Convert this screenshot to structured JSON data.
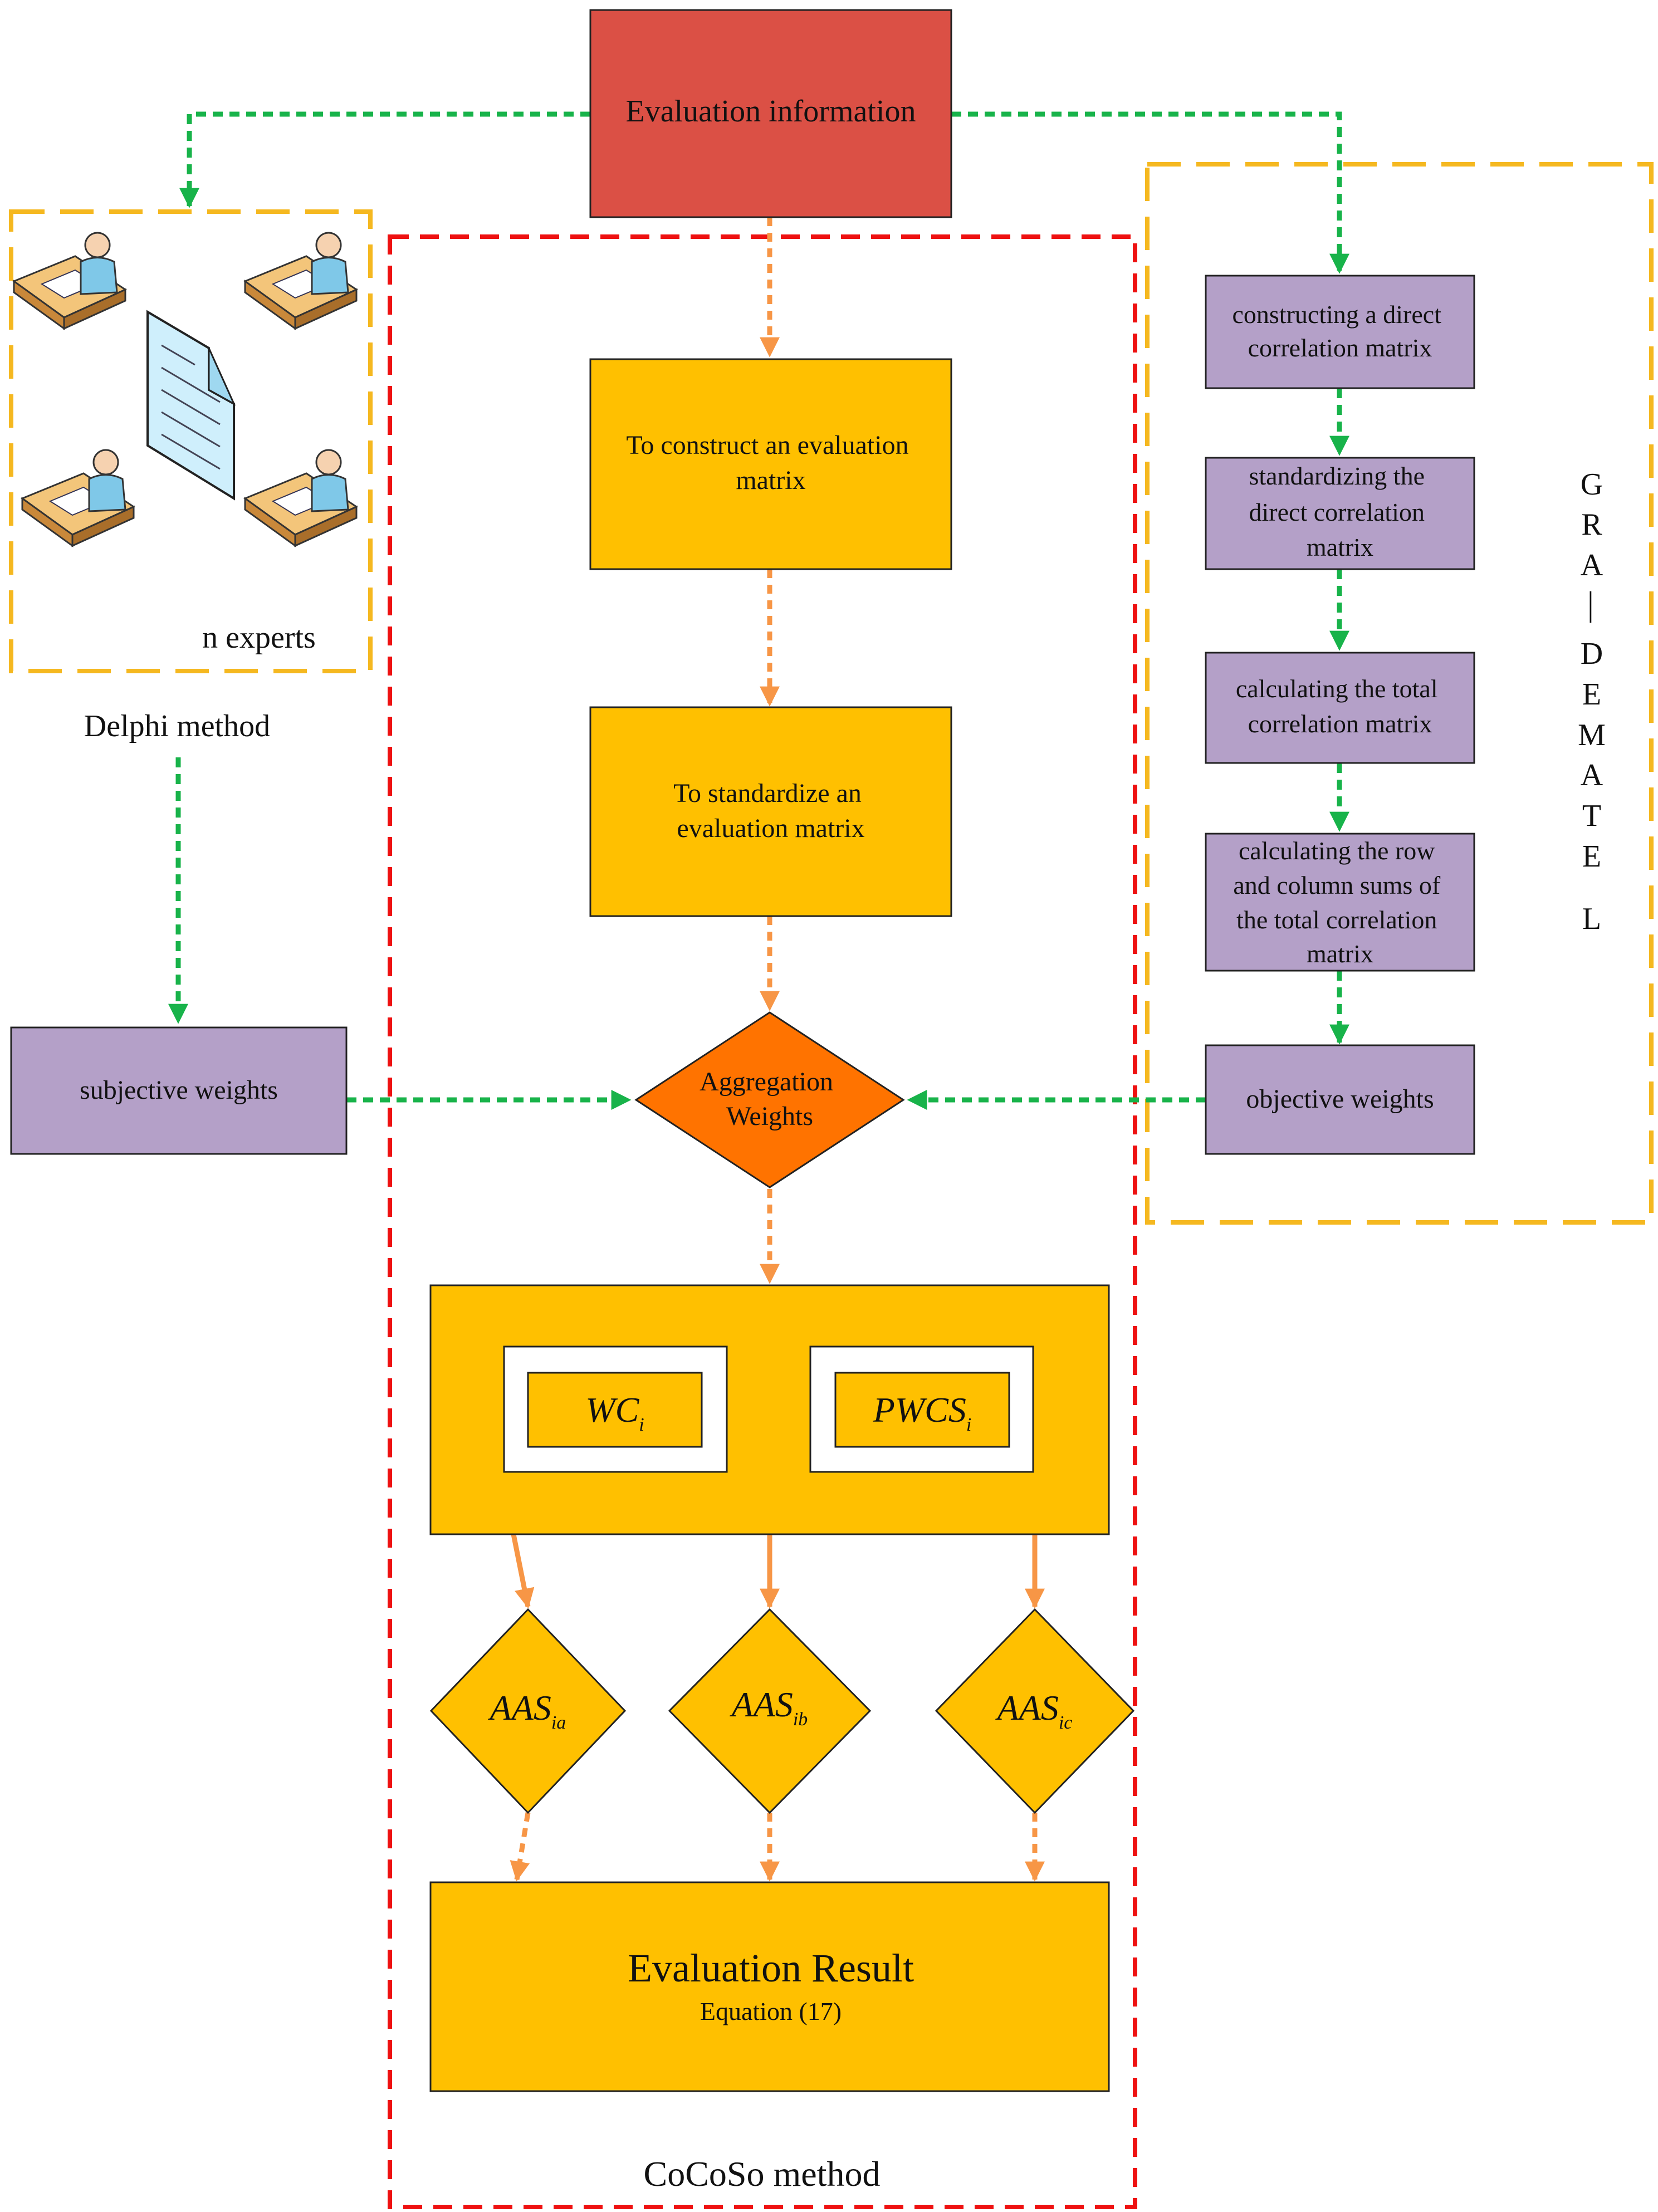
{
  "nodes": {
    "evaluation_information": "Evaluation information",
    "construct_matrix": [
      "To construct an evaluation",
      "matrix"
    ],
    "standardize_matrix": [
      "To standardize an",
      "evaluation matrix"
    ],
    "aggregation_weights": [
      "Aggregation",
      "Weights"
    ],
    "subjective_weights": "subjective weights",
    "objective_weights": "objective weights",
    "constructing_direct": [
      "constructing a direct",
      "correlation matrix"
    ],
    "standardizing_direct": [
      "standardizing the",
      "direct correlation",
      "matrix"
    ],
    "calculating_total": [
      "calculating the total",
      "correlation matrix"
    ],
    "calculating_sums": [
      "calculating the row",
      "and column sums of",
      "the total correlation",
      "matrix"
    ],
    "wc": {
      "main": "WC",
      "sub": "i"
    },
    "pwcs": {
      "main": "PWCS",
      "sub": "i"
    },
    "aas_a": {
      "main": "AAS",
      "sub": "ia"
    },
    "aas_b": {
      "main": "AAS",
      "sub": "ib"
    },
    "aas_c": {
      "main": "AAS",
      "sub": "ic"
    },
    "evaluation_result": "Evaluation Result",
    "equation": "Equation (17)"
  },
  "labels": {
    "n_experts": "n experts",
    "delphi_method": "Delphi method",
    "cocoso_method": "CoCoSo method",
    "gra_dematel": [
      "G",
      "R",
      "A",
      "—",
      "D",
      "E",
      "M",
      "A",
      "T",
      "E",
      "L"
    ]
  },
  "colors": {
    "red_box": "#DB5045",
    "orange_box": "#FFC000",
    "diamond_orange": "#FF7300",
    "purple_box": "#B4A0C8",
    "green_arrow": "#18B34A",
    "orange_arrow": "#F79646",
    "red_dash": "#EE1111",
    "gold_dash": "#F5B820"
  }
}
